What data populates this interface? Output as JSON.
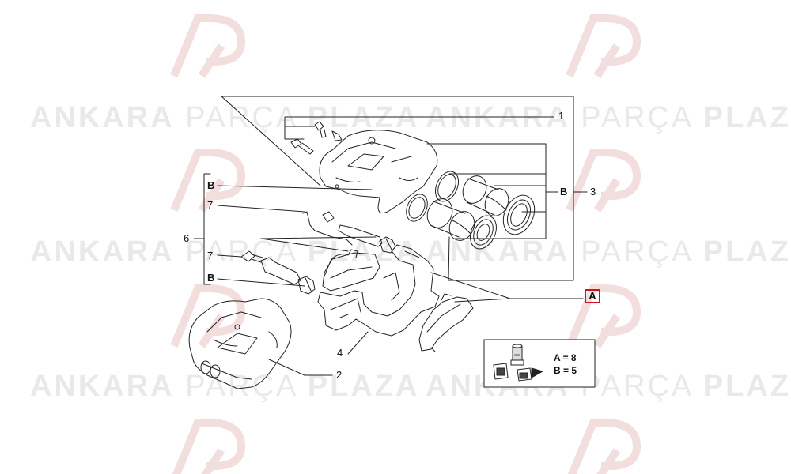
{
  "watermark": {
    "word1": "ANKARA",
    "word2": "PARÇA",
    "word3": "PLAZA",
    "logo": "AP"
  },
  "callouts": {
    "c1": "1",
    "c2": "2",
    "c3": "3",
    "c4": "4",
    "c6": "6",
    "c7a": "7",
    "c7b": "7",
    "cB_top": "B",
    "cB_bottom": "B",
    "cB_right": "B",
    "cA": "A"
  },
  "legend": {
    "a_label": "A",
    "a_value": "= 8",
    "b_label": "B",
    "b_value": "= 5"
  },
  "colors": {
    "line": "#222222",
    "highlight": "#d0121b",
    "watermark": "#e9e9e9"
  }
}
